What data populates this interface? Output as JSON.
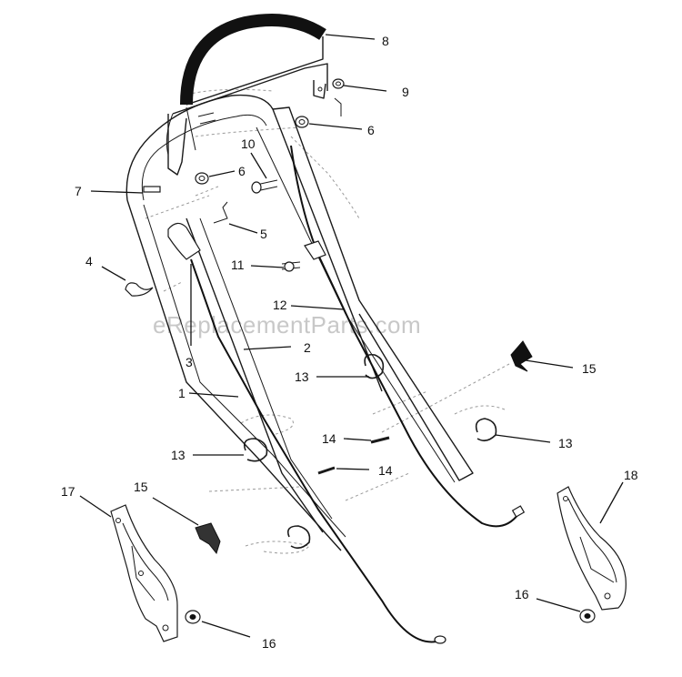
{
  "watermark": "eReplacementParts.com",
  "callouts": [
    {
      "id": "callout-8",
      "label": "8"
    },
    {
      "id": "callout-9",
      "label": "9"
    },
    {
      "id": "callout-6a",
      "label": "6"
    },
    {
      "id": "callout-10",
      "label": "10"
    },
    {
      "id": "callout-6b",
      "label": "6"
    },
    {
      "id": "callout-7",
      "label": "7"
    },
    {
      "id": "callout-5",
      "label": "5"
    },
    {
      "id": "callout-4",
      "label": "4"
    },
    {
      "id": "callout-11",
      "label": "11"
    },
    {
      "id": "callout-12",
      "label": "12"
    },
    {
      "id": "callout-2",
      "label": "2"
    },
    {
      "id": "callout-3",
      "label": "3"
    },
    {
      "id": "callout-15a",
      "label": "15"
    },
    {
      "id": "callout-13a",
      "label": "13"
    },
    {
      "id": "callout-1",
      "label": "1"
    },
    {
      "id": "callout-14a",
      "label": "14"
    },
    {
      "id": "callout-13b",
      "label": "13"
    },
    {
      "id": "callout-13c",
      "label": "13"
    },
    {
      "id": "callout-14b",
      "label": "14"
    },
    {
      "id": "callout-17",
      "label": "17"
    },
    {
      "id": "callout-15b",
      "label": "15"
    },
    {
      "id": "callout-18",
      "label": "18"
    },
    {
      "id": "callout-16a",
      "label": "16"
    },
    {
      "id": "callout-16b",
      "label": "16"
    }
  ]
}
